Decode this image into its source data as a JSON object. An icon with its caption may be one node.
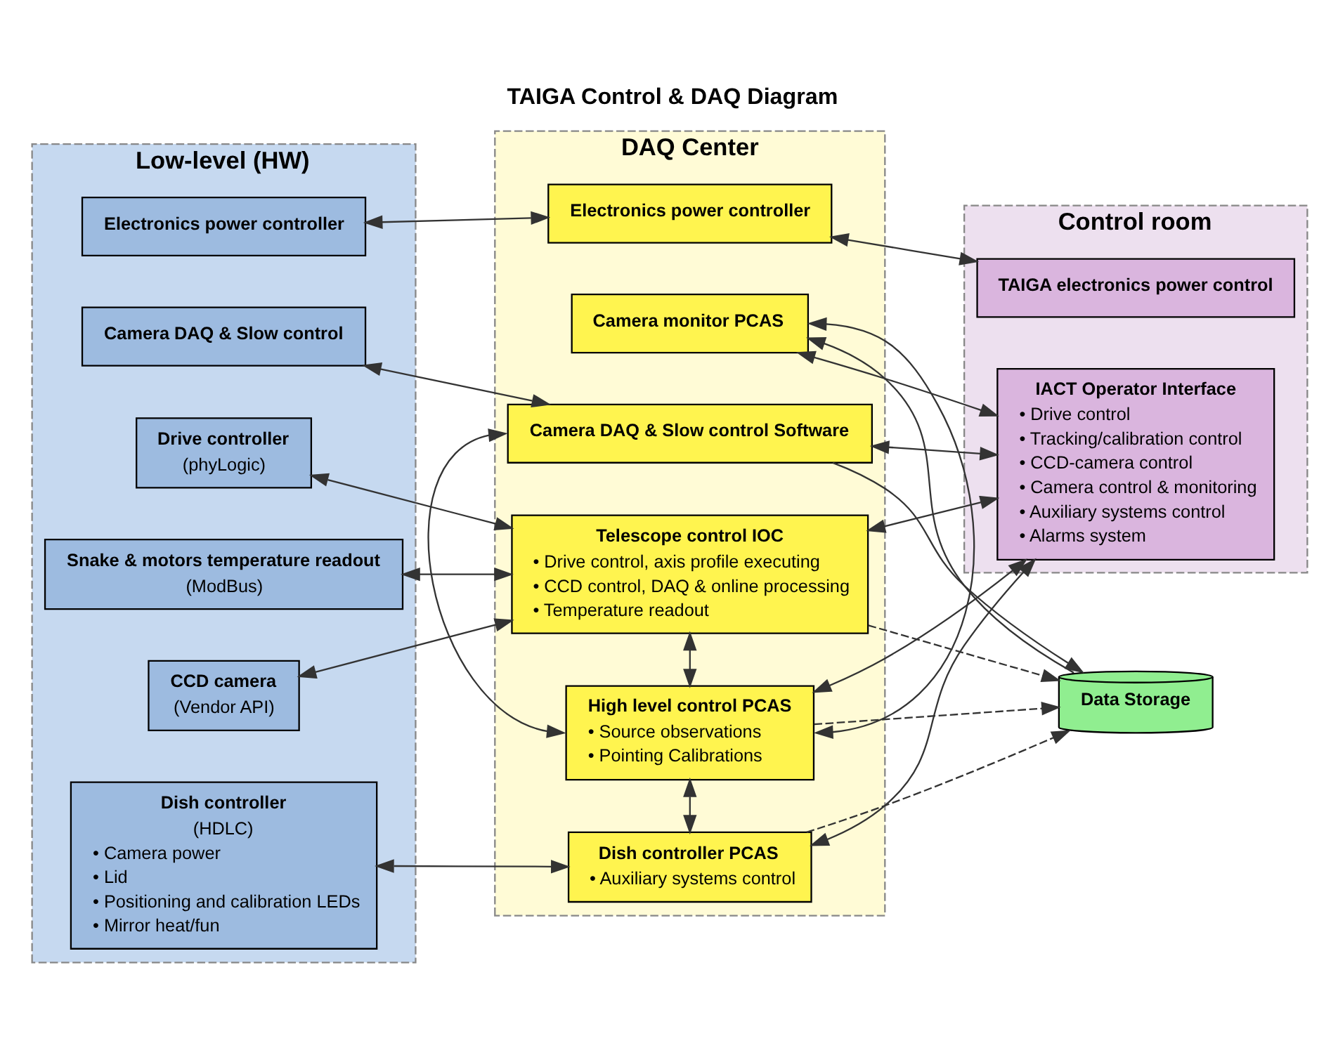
{
  "diagram": {
    "title": "TAIGA Control & DAQ Diagram",
    "nodes": [
      {
        "text": [
          "Low-level (HW)"
        ]
      },
      {
        "text": [
          "Drive controller",
          "(phyLogic)"
        ],
        "in": 0
      },
      {
        "text": [
          "Snake & motors temperature readout",
          "(ModBus)"
        ],
        "in": 0
      },
      {
        "text": [
          "CCD camera",
          "(Vendor API)"
        ],
        "in": 0
      },
      {
        "text": [
          "Dish controller",
          "(HDLC)",
          "• Camera power",
          "• Lid",
          "• Positioning and calibration LEDs",
          "• Mirror heat/fun"
        ],
        "in": 0
      },
      {
        "text": [
          "Camera DAQ & Slow control"
        ],
        "in": 0
      },
      {
        "text": [
          "Electronics power controller"
        ],
        "in": 0
      },
      {
        "text": [
          "DAQ Center"
        ]
      },
      {
        "text": [
          "Telescope control IOC",
          "• Drive control, axis profile executing",
          "• CCD control, DAQ & online processing",
          "• Temperature readout"
        ],
        "in": 7
      },
      {
        "text": [
          "High level control PCAS",
          "• Source observations",
          "• Pointing Calibrations"
        ],
        "in": 7
      },
      {
        "text": [
          "Dish controller PCAS",
          "• Auxiliary systems control"
        ],
        "in": 7
      },
      {
        "text": [
          "Camera monitor PCAS"
        ],
        "in": 7
      },
      {
        "text": [
          "Camera DAQ & Slow control Software"
        ],
        "in": 7
      },
      {
        "text": [
          "Electronics power controller"
        ],
        "in": 7
      },
      {
        "text": [
          "Control room"
        ]
      },
      {
        "text": [
          "IACT Operator Interface",
          "• Drive control",
          "• Tracking/calibration control",
          "• CCD-camera control",
          "• Camera control & monitoring",
          "• Auxiliary systems control",
          "• Alarms system"
        ],
        "in": 14
      },
      {
        "text": [
          "TAIGA electronics power control"
        ],
        "in": 14
      },
      {
        "text": [
          "Data Storage"
        ]
      }
    ],
    "edges": [
      {
        "from": 1,
        "to": 8,
        "arrow": "both"
      },
      {
        "from": 2,
        "to": 8,
        "arrow": "both"
      },
      {
        "from": 3,
        "to": 8,
        "arrow": "both"
      },
      {
        "from": 8,
        "to": 9,
        "arrow": "both"
      },
      {
        "from": 9,
        "to": 10,
        "arrow": "both"
      },
      {
        "from": 4,
        "to": 10,
        "arrow": "both"
      },
      {
        "from": 5,
        "to": 12,
        "arrow": "both"
      },
      {
        "from": 6,
        "to": 13,
        "arrow": "both"
      },
      {
        "from": 8,
        "to": 15,
        "arrow": "both"
      },
      {
        "from": 9,
        "to": 15,
        "arrow": "both"
      },
      {
        "from": 10,
        "to": 15,
        "arrow": "both"
      },
      {
        "from": 11,
        "to": 15,
        "arrow": "both"
      },
      {
        "from": 12,
        "to": 15,
        "arrow": "both"
      },
      {
        "from": 9,
        "to": 12,
        "arrow": "both"
      },
      {
        "from": 9,
        "to": 11,
        "arrow": "both"
      },
      {
        "from": 17,
        "to": 11,
        "arrow": "to"
      },
      {
        "from": 12,
        "to": 17,
        "arrow": "to"
      },
      {
        "from": 8,
        "to": 17,
        "arrow": "to",
        "style": "dashed"
      },
      {
        "from": 9,
        "to": 17,
        "arrow": "to",
        "style": "dashed"
      },
      {
        "from": 10,
        "to": 17,
        "arrow": "to",
        "style": "dashed"
      },
      {
        "from": 13,
        "to": 16,
        "arrow": "both"
      }
    ]
  }
}
